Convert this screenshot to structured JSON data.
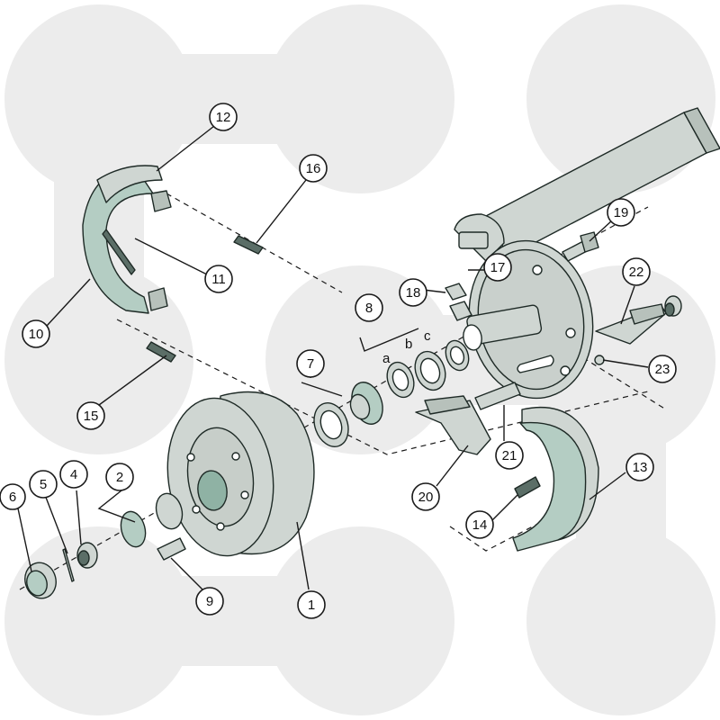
{
  "colors": {
    "background": "#ffffff",
    "watermark": "#ececec",
    "part_grey": "#cfd6d2",
    "part_green": "#b4cdc3",
    "outline": "#1e2a26"
  },
  "callouts": [
    {
      "id": "1",
      "label": "1"
    },
    {
      "id": "2",
      "label": "2"
    },
    {
      "id": "4",
      "label": "4"
    },
    {
      "id": "5",
      "label": "5"
    },
    {
      "id": "6",
      "label": "6"
    },
    {
      "id": "7",
      "label": "7"
    },
    {
      "id": "8",
      "label": "8"
    },
    {
      "id": "9",
      "label": "9"
    },
    {
      "id": "10",
      "label": "10"
    },
    {
      "id": "11",
      "label": "11"
    },
    {
      "id": "12",
      "label": "12"
    },
    {
      "id": "13",
      "label": "13"
    },
    {
      "id": "14",
      "label": "14"
    },
    {
      "id": "15",
      "label": "15"
    },
    {
      "id": "16",
      "label": "16"
    },
    {
      "id": "17",
      "label": "17"
    },
    {
      "id": "18",
      "label": "18"
    },
    {
      "id": "19",
      "label": "19"
    },
    {
      "id": "20",
      "label": "20"
    },
    {
      "id": "21",
      "label": "21"
    },
    {
      "id": "22",
      "label": "22"
    },
    {
      "id": "23",
      "label": "23"
    }
  ],
  "sub_labels": {
    "a": "a",
    "b": "b",
    "c": "c"
  }
}
